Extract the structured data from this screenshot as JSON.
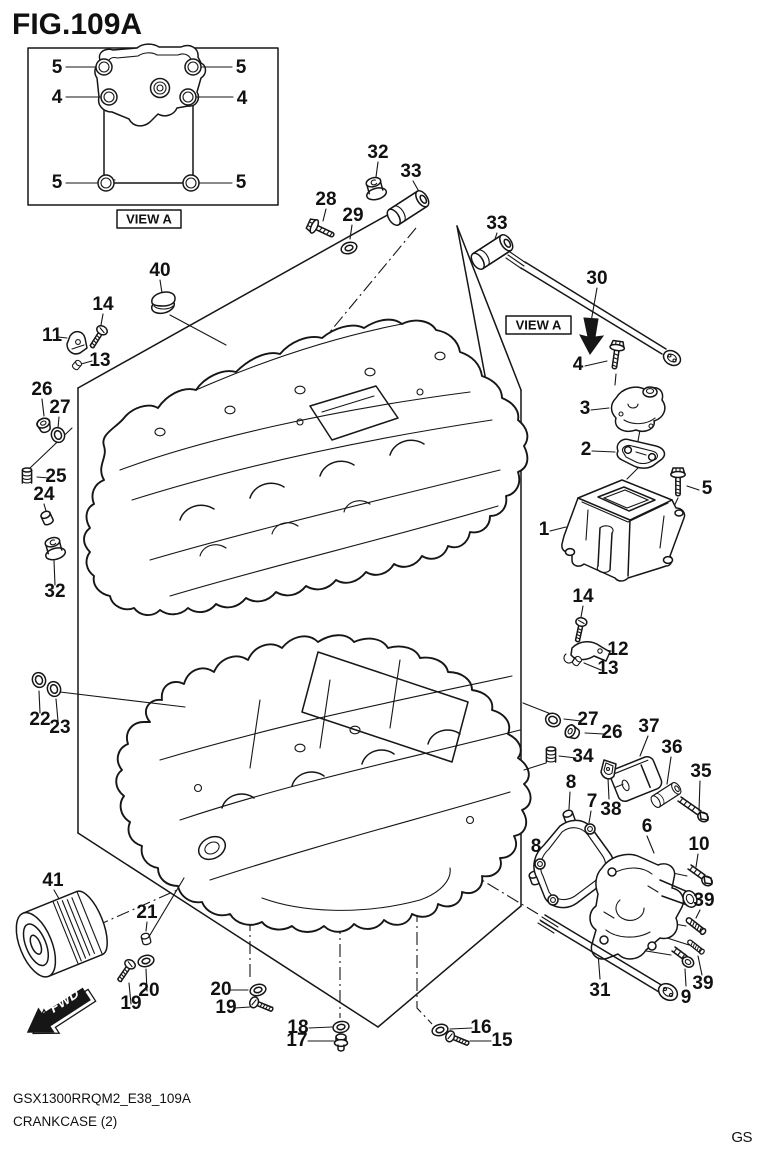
{
  "title": "FIG.109A",
  "inset": {
    "view_label": "VIEW A",
    "callouts": [
      {
        "label": "5",
        "icon": "bolt-hole"
      },
      {
        "label": "5",
        "icon": "bolt-hole"
      },
      {
        "label": "4",
        "icon": "bolt-hole"
      },
      {
        "label": "4",
        "icon": "bolt-hole"
      },
      {
        "label": "5",
        "icon": "bolt-hole"
      },
      {
        "label": "5",
        "icon": "bolt-hole"
      }
    ]
  },
  "view_pointer": {
    "label": "VIEW A",
    "arrow_icon": "down-arrow-icon"
  },
  "fwd": {
    "label": "FWD",
    "arrow_icon": "forward-arrow-icon"
  },
  "footer": {
    "code": "GSX1300RRQM2_E38_109A",
    "caption": "CRANKCASE (2)",
    "page_mark": "GS"
  },
  "colors": {
    "line": "#161616",
    "background": "#ffffff"
  },
  "callouts": [
    {
      "label": "32",
      "icon": "flange-nut"
    },
    {
      "label": "33",
      "icon": "spacer-sleeve"
    },
    {
      "label": "28",
      "icon": "flange-bolt"
    },
    {
      "label": "29",
      "icon": "washer"
    },
    {
      "label": "33",
      "icon": "spacer-sleeve"
    },
    {
      "label": "30",
      "icon": "long-bolt"
    },
    {
      "label": "40",
      "icon": "cap"
    },
    {
      "label": "14",
      "icon": "screw"
    },
    {
      "label": "11",
      "icon": "bracket"
    },
    {
      "label": "13",
      "icon": "pin"
    },
    {
      "label": "26",
      "icon": "plug"
    },
    {
      "label": "27",
      "icon": "o-ring"
    },
    {
      "label": "4",
      "icon": "flange-bolt"
    },
    {
      "label": "3",
      "icon": "small-cover"
    },
    {
      "label": "2",
      "icon": "gasket-plate"
    },
    {
      "label": "5",
      "icon": "flange-bolt"
    },
    {
      "label": "1",
      "icon": "cover-box"
    },
    {
      "label": "25",
      "icon": "spring"
    },
    {
      "label": "24",
      "icon": "plug"
    },
    {
      "label": "32",
      "icon": "flange-nut"
    },
    {
      "label": "14",
      "icon": "screw"
    },
    {
      "label": "12",
      "icon": "clamp-bracket"
    },
    {
      "label": "13",
      "icon": "pin"
    },
    {
      "label": "22",
      "icon": "o-ring"
    },
    {
      "label": "23",
      "icon": "o-ring"
    },
    {
      "label": "27",
      "icon": "o-ring"
    },
    {
      "label": "26",
      "icon": "plug"
    },
    {
      "label": "34",
      "icon": "spring"
    },
    {
      "label": "37",
      "icon": "cushion-block"
    },
    {
      "label": "36",
      "icon": "spacer-sleeve"
    },
    {
      "label": "35",
      "icon": "flange-bolt"
    },
    {
      "label": "8",
      "icon": "plug"
    },
    {
      "label": "7",
      "icon": "gasket"
    },
    {
      "label": "38",
      "icon": "clip"
    },
    {
      "label": "6",
      "icon": "pump-cover"
    },
    {
      "label": "8",
      "icon": "plug"
    },
    {
      "label": "10",
      "icon": "flange-bolt"
    },
    {
      "label": "39",
      "icon": "stud"
    },
    {
      "label": "41",
      "icon": "oil-filter"
    },
    {
      "label": "21",
      "icon": "plug"
    },
    {
      "label": "20",
      "icon": "washer"
    },
    {
      "label": "19",
      "icon": "screw"
    },
    {
      "label": "20",
      "icon": "washer"
    },
    {
      "label": "19",
      "icon": "screw"
    },
    {
      "label": "18",
      "icon": "washer"
    },
    {
      "label": "17",
      "icon": "flange-bolt"
    },
    {
      "label": "16",
      "icon": "washer"
    },
    {
      "label": "15",
      "icon": "screw"
    },
    {
      "label": "31",
      "icon": "long-bolt"
    },
    {
      "label": "9",
      "icon": "flange-bolt"
    },
    {
      "label": "39",
      "icon": "stud"
    }
  ]
}
